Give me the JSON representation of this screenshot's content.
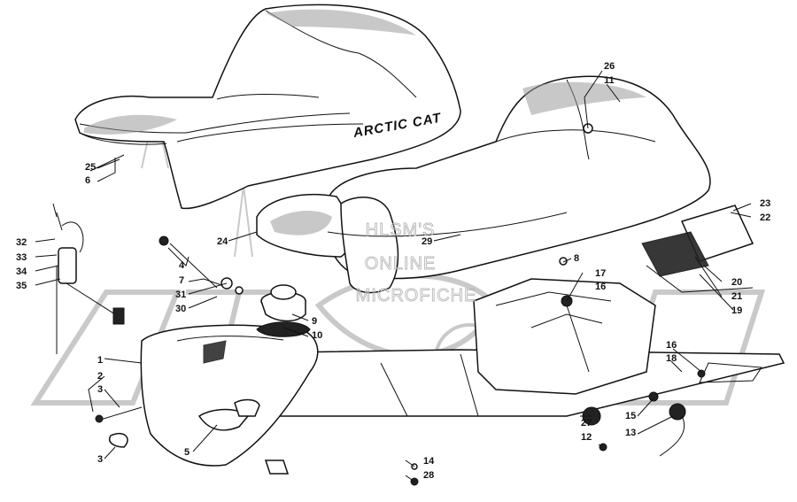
{
  "diagram": {
    "brand_text": "ARCTIC CAT",
    "watermark": [
      "HLSM'S",
      "ONLINE",
      "MICROFICHE"
    ],
    "callouts": [
      "1",
      "2",
      "3",
      "3",
      "4",
      "5",
      "6",
      "7",
      "8",
      "9",
      "10",
      "11",
      "12",
      "13",
      "14",
      "15",
      "16",
      "16",
      "17",
      "18",
      "19",
      "20",
      "21",
      "22",
      "23",
      "24",
      "25",
      "26",
      "27",
      "28",
      "29",
      "30",
      "31",
      "32",
      "33",
      "34",
      "35"
    ]
  },
  "colors": {
    "ink": "#111111",
    "paper": "#ffffff",
    "watermark": "#b8b8b8"
  }
}
